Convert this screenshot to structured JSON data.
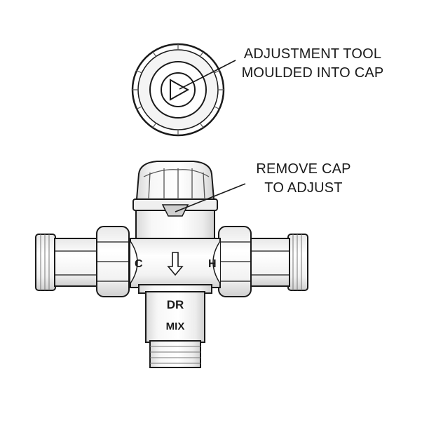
{
  "callouts": {
    "adjustment_tool": [
      "ADJUSTMENT TOOL",
      "MOULDED INTO CAP"
    ],
    "remove_cap": [
      "REMOVE CAP",
      "TO ADJUST"
    ]
  },
  "valve_labels": {
    "cold": "C",
    "hot": "H",
    "brand": "DR",
    "model": "MIX"
  },
  "colors": {
    "line": "#1a1a1a",
    "fill": "#ffffff",
    "shade": "#e6e6e6",
    "dark_shade": "#bdbdbd"
  }
}
